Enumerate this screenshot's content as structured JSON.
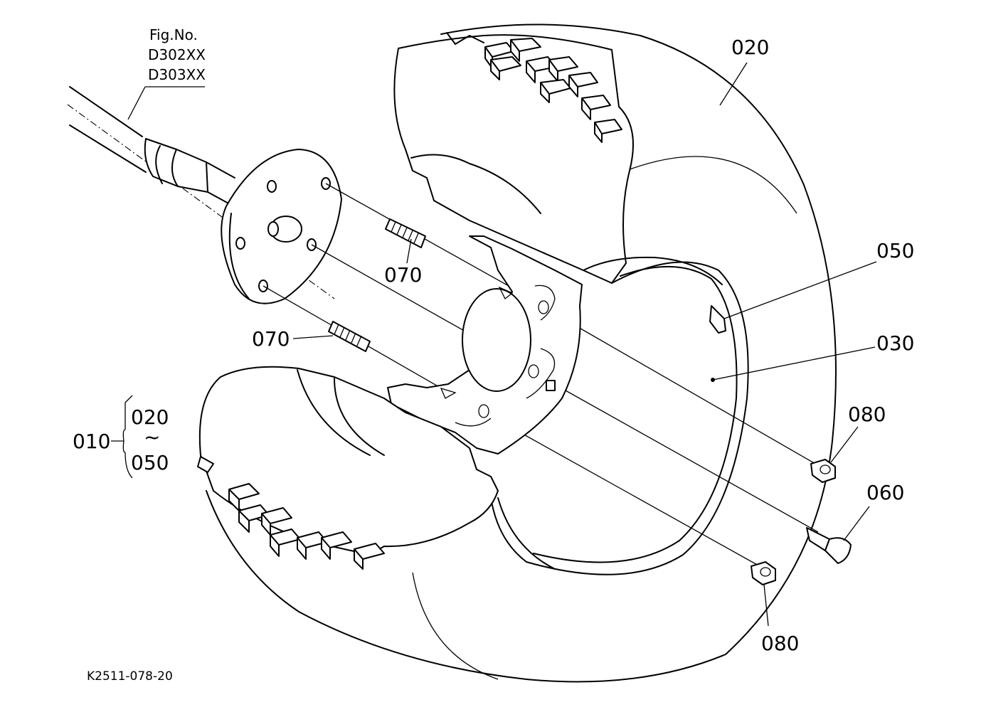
{
  "figure": {
    "fig_no_label": "Fig.No.",
    "fig_codes": [
      "D302XX",
      "D303XX"
    ],
    "drawing_id": "K2511-078-20"
  },
  "callouts": {
    "tire": "020",
    "valve": "050",
    "rim": "030",
    "nut_upper": "080",
    "bolt": "060",
    "nut_lower": "080",
    "stud_upper": "070",
    "stud_lower": "070"
  },
  "assembly": {
    "number": "010",
    "range_start": "020",
    "range_sep": "~",
    "range_end": "050"
  }
}
